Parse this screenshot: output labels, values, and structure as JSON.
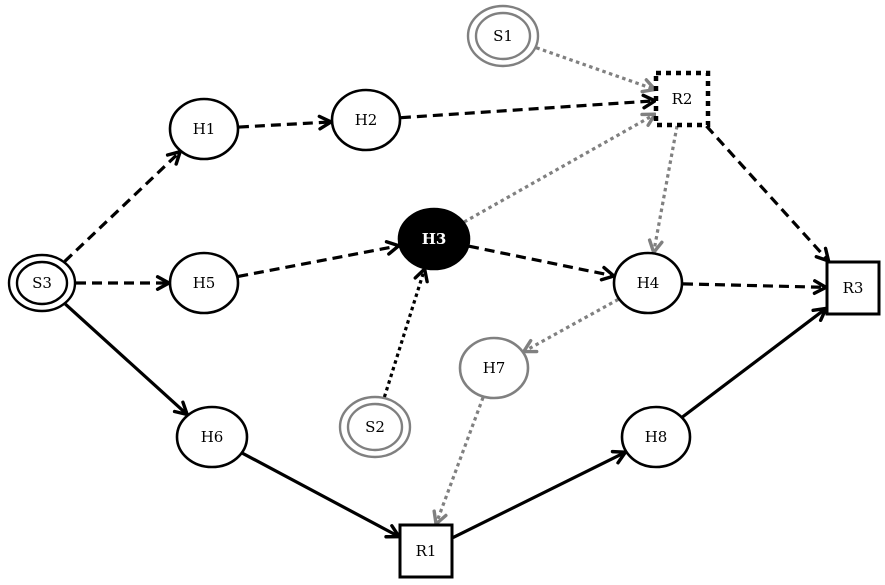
{
  "diagram": {
    "colors": {
      "black": "#000000",
      "gray": "#808080",
      "white": "#ffffff"
    },
    "nodes": [
      {
        "id": "S3",
        "label": "S3",
        "shape": "double-ellipse",
        "style": "black"
      },
      {
        "id": "H1",
        "label": "H1",
        "shape": "ellipse",
        "style": "black"
      },
      {
        "id": "H2",
        "label": "H2",
        "shape": "ellipse",
        "style": "black"
      },
      {
        "id": "H5",
        "label": "H5",
        "shape": "ellipse",
        "style": "black"
      },
      {
        "id": "H3",
        "label": "H3",
        "shape": "ellipse",
        "style": "filled"
      },
      {
        "id": "H6",
        "label": "H6",
        "shape": "ellipse",
        "style": "black"
      },
      {
        "id": "S2",
        "label": "S2",
        "shape": "double-ellipse",
        "style": "gray"
      },
      {
        "id": "S1",
        "label": "S1",
        "shape": "double-ellipse",
        "style": "gray"
      },
      {
        "id": "R2",
        "label": "R2",
        "shape": "square",
        "style": "dotted"
      },
      {
        "id": "H4",
        "label": "H4",
        "shape": "ellipse",
        "style": "black"
      },
      {
        "id": "H7",
        "label": "H7",
        "shape": "ellipse",
        "style": "gray"
      },
      {
        "id": "H8",
        "label": "H8",
        "shape": "ellipse",
        "style": "black"
      },
      {
        "id": "R3",
        "label": "R3",
        "shape": "square",
        "style": "black"
      },
      {
        "id": "R1",
        "label": "R1",
        "shape": "square",
        "style": "black"
      }
    ],
    "edges": [
      {
        "from": "S3",
        "to": "H1",
        "style": "dashed"
      },
      {
        "from": "S3",
        "to": "H5",
        "style": "dashed"
      },
      {
        "from": "S3",
        "to": "H6",
        "style": "solid"
      },
      {
        "from": "H1",
        "to": "H2",
        "style": "dashed"
      },
      {
        "from": "H2",
        "to": "R2",
        "style": "dashed"
      },
      {
        "from": "H5",
        "to": "H3",
        "style": "dashed"
      },
      {
        "from": "S2",
        "to": "H3",
        "style": "dotted"
      },
      {
        "from": "H3",
        "to": "R2",
        "style": "gray-dotted"
      },
      {
        "from": "H3",
        "to": "H4",
        "style": "dashed"
      },
      {
        "from": "S1",
        "to": "R2",
        "style": "gray-dotted"
      },
      {
        "from": "R2",
        "to": "H4",
        "style": "gray-dotted"
      },
      {
        "from": "R2",
        "to": "R3",
        "style": "dashed"
      },
      {
        "from": "H4",
        "to": "R3",
        "style": "dashed"
      },
      {
        "from": "H4",
        "to": "H7",
        "style": "gray-dotted"
      },
      {
        "from": "H7",
        "to": "R1",
        "style": "gray-dotted"
      },
      {
        "from": "H6",
        "to": "R1",
        "style": "solid"
      },
      {
        "from": "R1",
        "to": "H8",
        "style": "solid"
      },
      {
        "from": "H8",
        "to": "R3",
        "style": "solid"
      }
    ]
  }
}
